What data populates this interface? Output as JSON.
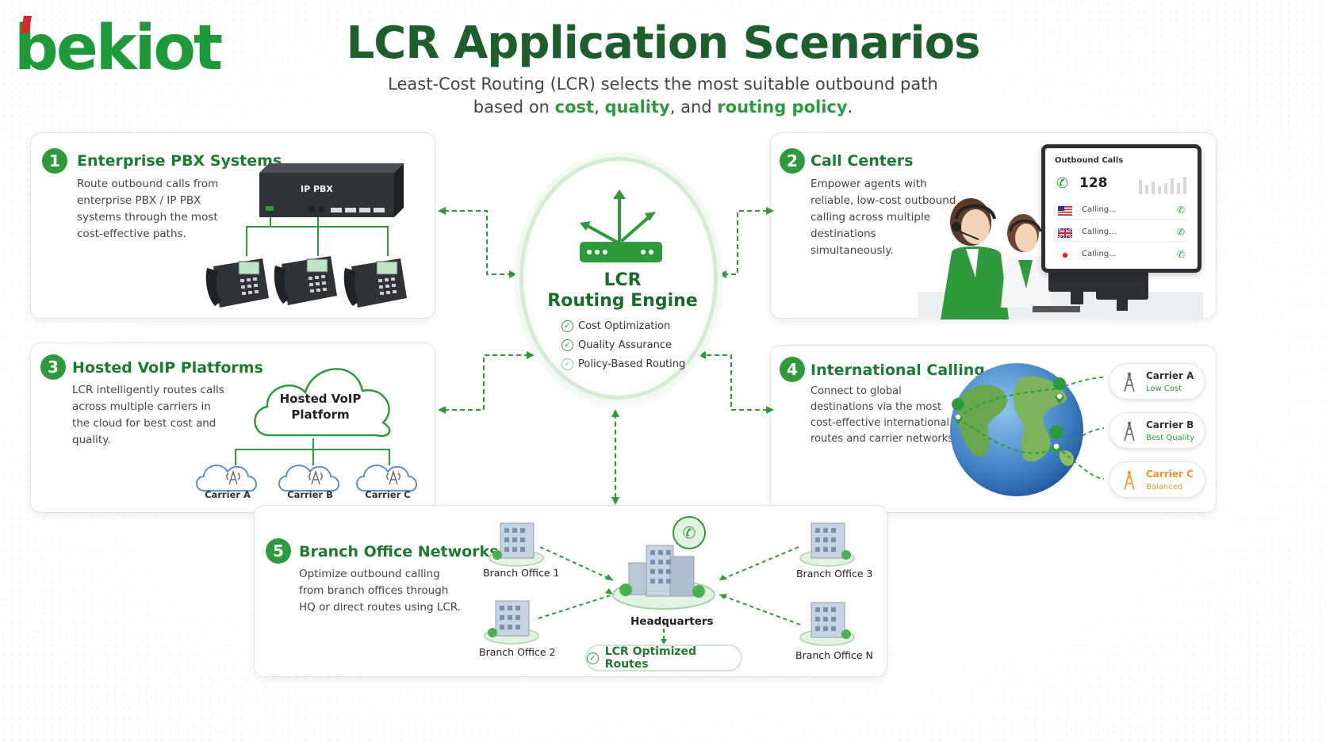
{
  "brand": {
    "logo_text": "bekiot"
  },
  "header": {
    "title": "LCR Application Scenarios",
    "subtitle_line1": "Least-Cost Routing (LCR) selects the most suitable outbound path",
    "subtitle_pre": "based on",
    "subtitle_cost": "cost",
    "subtitle_quality": "quality",
    "subtitle_and": ", and",
    "subtitle_policy": "routing policy"
  },
  "hub": {
    "title_line1": "LCR",
    "title_line2": "Routing Engine",
    "features": [
      "Cost Optimization",
      "Quality Assurance",
      "Policy-Based Routing"
    ]
  },
  "cards": {
    "pbx": {
      "number": "1",
      "title": "Enterprise PBX Systems",
      "desc": "Route outbound calls from enterprise PBX / IP PBX systems through the most cost-effective paths.",
      "device_label": "IP PBX"
    },
    "callcenter": {
      "number": "2",
      "title": "Call Centers",
      "desc": "Empower agents with reliable, low-cost outbound calling across multiple destinations simultaneously.",
      "screen_title": "Outbound Calls",
      "screen_count": "128",
      "rows": [
        "Calling...",
        "Calling...",
        "Calling..."
      ]
    },
    "voip": {
      "number": "3",
      "title": "Hosted VoIP Platforms",
      "desc": "LCR intelligently routes calls across multiple carriers in the cloud for best cost and quality.",
      "cloud_line1": "Hosted VoIP",
      "cloud_line2": "Platform",
      "carriers": [
        "Carrier A",
        "Carrier B",
        "Carrier C"
      ]
    },
    "intl": {
      "number": "4",
      "title": "International Calling",
      "desc": "Connect to global destinations via the most cost-effective international routes and carrier networks.",
      "carriers": [
        {
          "name": "Carrier A",
          "tag": "Low Cost"
        },
        {
          "name": "Carrier B",
          "tag": "Best Quality"
        },
        {
          "name": "Carrier C",
          "tag": "Balanced"
        }
      ]
    },
    "branch": {
      "number": "5",
      "title": "Branch Office Networks",
      "desc": "Optimize outbound calling from branch offices through HQ or direct routes using LCR.",
      "offices": [
        "Branch Office 1",
        "Branch Office 2",
        "Branch Office 3",
        "Branch Office N"
      ],
      "hq": "Headquarters",
      "routes": "LCR Optimized Routes"
    }
  },
  "colors": {
    "green": "#2e9a3c",
    "dark_green": "#1d5e2c",
    "orange": "#e8962a",
    "red": "#d92626"
  }
}
